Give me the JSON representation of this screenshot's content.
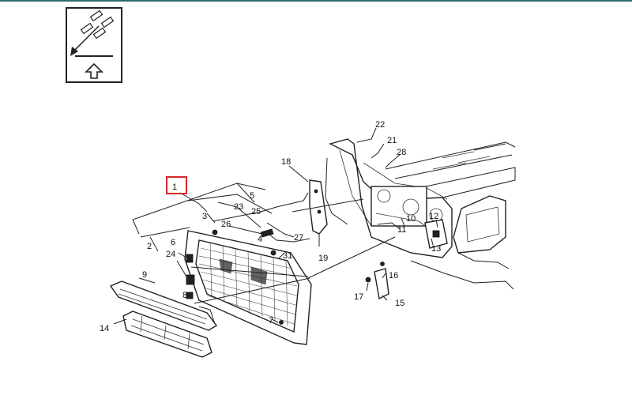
{
  "diagram": {
    "orientation_icon": "vehicle-front-arrow-icon",
    "highlight_color": "#d9252a",
    "callouts": [
      {
        "id": "c1",
        "text": "1",
        "highlighted": true
      },
      {
        "id": "c2",
        "text": "2"
      },
      {
        "id": "c3",
        "text": "3"
      },
      {
        "id": "c4",
        "text": "4"
      },
      {
        "id": "c5",
        "text": "5"
      },
      {
        "id": "c6",
        "text": "6"
      },
      {
        "id": "c7",
        "text": "7"
      },
      {
        "id": "c8",
        "text": "8"
      },
      {
        "id": "c9",
        "text": "9"
      },
      {
        "id": "c10",
        "text": "10"
      },
      {
        "id": "c11",
        "text": "11"
      },
      {
        "id": "c12",
        "text": "12"
      },
      {
        "id": "c13",
        "text": "13"
      },
      {
        "id": "c14",
        "text": "14"
      },
      {
        "id": "c15",
        "text": "15"
      },
      {
        "id": "c16",
        "text": "16"
      },
      {
        "id": "c17",
        "text": "17"
      },
      {
        "id": "c18",
        "text": "18"
      },
      {
        "id": "c19",
        "text": "19"
      },
      {
        "id": "c21",
        "text": "21"
      },
      {
        "id": "c22",
        "text": "22"
      },
      {
        "id": "c23",
        "text": "23"
      },
      {
        "id": "c24",
        "text": "24"
      },
      {
        "id": "c25",
        "text": "25"
      },
      {
        "id": "c26",
        "text": "26"
      },
      {
        "id": "c27",
        "text": "27"
      },
      {
        "id": "c28",
        "text": "28"
      },
      {
        "id": "c31",
        "text": "31"
      }
    ]
  }
}
